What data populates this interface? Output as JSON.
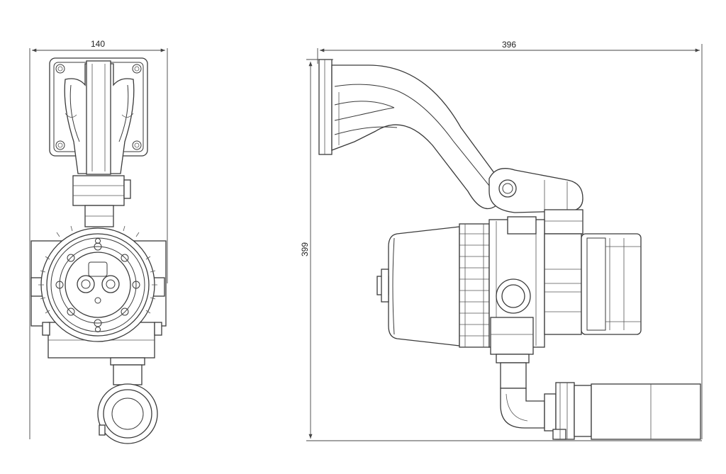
{
  "dimensions": {
    "front_width": "140",
    "side_width": "396",
    "side_height": "399"
  }
}
